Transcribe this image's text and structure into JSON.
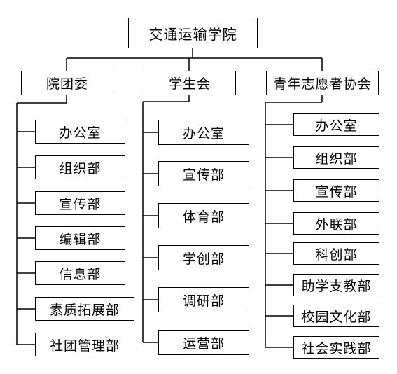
{
  "root": "交通运输学院",
  "columns": [
    {
      "title": "院团委",
      "items": [
        "办公室",
        "组织部",
        "宣传部",
        "编辑部",
        "信息部",
        "素质拓展部",
        "社团管理部"
      ]
    },
    {
      "title": "学生会",
      "items": [
        "办公室",
        "宣传部",
        "体育部",
        "学创部",
        "调研部",
        "运营部"
      ]
    },
    {
      "title": "青年志愿者协会",
      "items": [
        "办公室",
        "组织部",
        "宣传部",
        "外联部",
        "科创部",
        "助学支教部",
        "校园文化部",
        "社会实践部"
      ]
    }
  ],
  "colors": {
    "line": "#000000",
    "box_border": "#000000",
    "background": "#ffffff"
  }
}
